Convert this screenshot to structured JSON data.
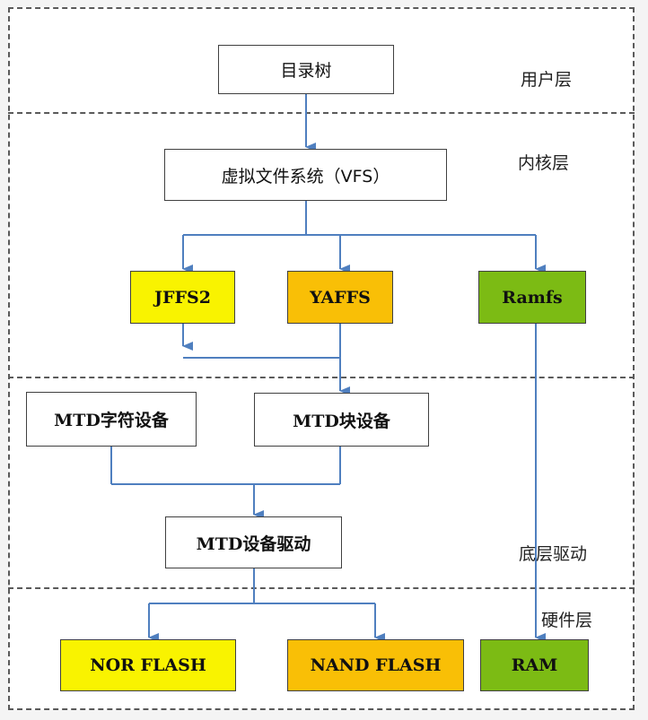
{
  "layers": {
    "user": "用户层",
    "kernel": "内核层",
    "driver": "底层驱动",
    "hardware": "硬件层"
  },
  "nodes": {
    "directory_tree": "目录树",
    "vfs": "虚拟文件系统（VFS）",
    "jffs2": "JFFS2",
    "yaffs": "YAFFS",
    "ramfs": "Ramfs",
    "mtd_char": "MTD字符设备",
    "mtd_block": "MTD块设备",
    "mtd_driver": "MTD设备驱动",
    "nor_flash": "NOR FLASH",
    "nand_flash": "NAND FLASH",
    "ram": "RAM"
  },
  "colors": {
    "yellow": "#f9f300",
    "orange": "#f9bf06",
    "green": "#7cbb14",
    "connector": "#4f7fbf"
  }
}
